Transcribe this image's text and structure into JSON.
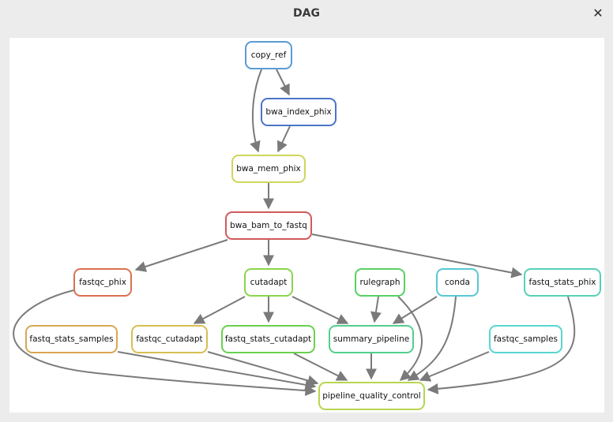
{
  "window": {
    "title": "DAG",
    "close_icon": "close-icon"
  },
  "nodes": {
    "copy_ref": {
      "label": "copy_ref",
      "color": "#5b9bd5"
    },
    "bwa_index_phix": {
      "label": "bwa_index_phix",
      "color": "#4a74c9"
    },
    "bwa_mem_phix": {
      "label": "bwa_mem_phix",
      "color": "#cfd65a"
    },
    "bwa_bam_to_fastq": {
      "label": "bwa_bam_to_fastq",
      "color": "#d05a5a"
    },
    "fastqc_phix": {
      "label": "fastqc_phix",
      "color": "#d8734f"
    },
    "cutadapt": {
      "label": "cutadapt",
      "color": "#8ad64f"
    },
    "rulegraph": {
      "label": "rulegraph",
      "color": "#58d064"
    },
    "conda": {
      "label": "conda",
      "color": "#58c8d3"
    },
    "fastq_stats_phix": {
      "label": "fastq_stats_phix",
      "color": "#58d0b6"
    },
    "fastq_stats_samples": {
      "label": "fastq_stats_samples",
      "color": "#d8a652"
    },
    "fastqc_cutadapt": {
      "label": "fastqc_cutadapt",
      "color": "#d6bf52"
    },
    "fastq_stats_cutadapt": {
      "label": "fastq_stats_cutadapt",
      "color": "#6ad04f"
    },
    "summary_pipeline": {
      "label": "summary_pipeline",
      "color": "#52d08c"
    },
    "fastqc_samples": {
      "label": "fastqc_samples",
      "color": "#58d6d0"
    },
    "pipeline_quality_control": {
      "label": "pipeline_quality_control",
      "color": "#b6d64f"
    }
  },
  "edges": [
    [
      "copy_ref",
      "bwa_index_phix"
    ],
    [
      "copy_ref",
      "bwa_mem_phix"
    ],
    [
      "bwa_index_phix",
      "bwa_mem_phix"
    ],
    [
      "bwa_mem_phix",
      "bwa_bam_to_fastq"
    ],
    [
      "bwa_bam_to_fastq",
      "fastqc_phix"
    ],
    [
      "bwa_bam_to_fastq",
      "cutadapt"
    ],
    [
      "bwa_bam_to_fastq",
      "fastq_stats_phix"
    ],
    [
      "cutadapt",
      "fastqc_cutadapt"
    ],
    [
      "cutadapt",
      "fastq_stats_cutadapt"
    ],
    [
      "cutadapt",
      "summary_pipeline"
    ],
    [
      "rulegraph",
      "summary_pipeline"
    ],
    [
      "conda",
      "summary_pipeline"
    ],
    [
      "fastqc_phix",
      "pipeline_quality_control"
    ],
    [
      "fastq_stats_samples",
      "pipeline_quality_control"
    ],
    [
      "fastqc_cutadapt",
      "pipeline_quality_control"
    ],
    [
      "fastq_stats_cutadapt",
      "pipeline_quality_control"
    ],
    [
      "summary_pipeline",
      "pipeline_quality_control"
    ],
    [
      "rulegraph",
      "pipeline_quality_control"
    ],
    [
      "conda",
      "pipeline_quality_control"
    ],
    [
      "fastqc_samples",
      "pipeline_quality_control"
    ],
    [
      "fastq_stats_phix",
      "pipeline_quality_control"
    ]
  ]
}
